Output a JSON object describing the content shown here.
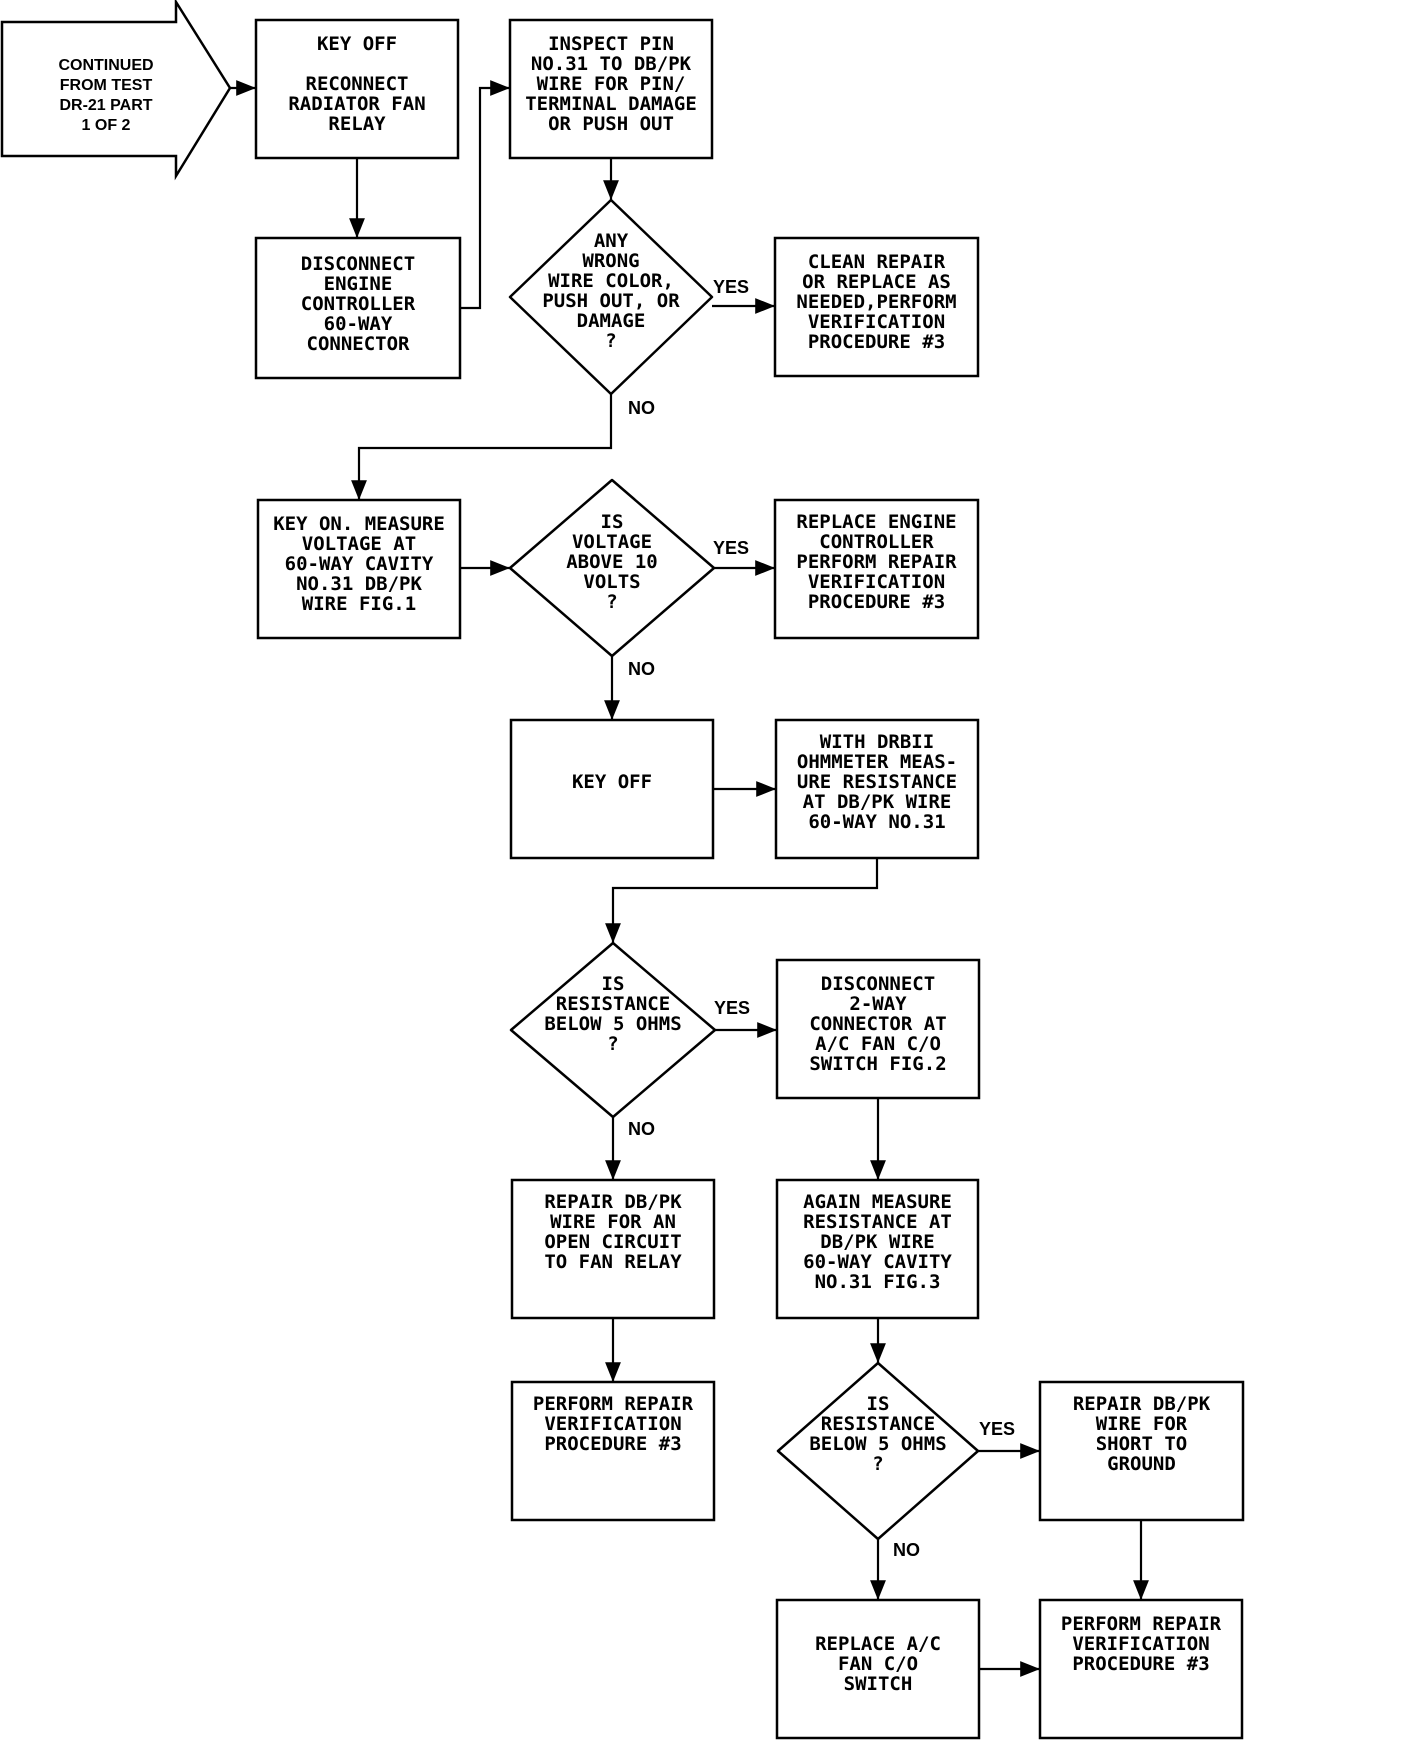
{
  "start": {
    "lines": [
      "CONTINUED",
      "FROM TEST",
      "DR-21 PART",
      "1 OF 2"
    ]
  },
  "nodes": {
    "key_off_1": {
      "lines": [
        "KEY OFF",
        "",
        "RECONNECT",
        "RADIATOR FAN",
        "RELAY"
      ]
    },
    "disconnect_ec": {
      "lines": [
        "DISCONNECT",
        "ENGINE",
        "CONTROLLER",
        "60-WAY",
        "CONNECTOR"
      ]
    },
    "inspect_pin": {
      "lines": [
        "INSPECT PIN",
        "NO.31 TO DB/PK",
        "WIRE FOR PIN/",
        "TERMINAL DAMAGE",
        "OR PUSH OUT"
      ]
    },
    "q_wrong_wire": {
      "lines": [
        "ANY",
        "WRONG",
        "WIRE COLOR,",
        "PUSH OUT, OR",
        "DAMAGE",
        "?"
      ]
    },
    "clean_repair": {
      "lines": [
        "CLEAN REPAIR",
        "OR REPLACE AS",
        "NEEDED,PERFORM",
        "VERIFICATION",
        "PROCEDURE #3"
      ]
    },
    "key_on_measure": {
      "lines": [
        "KEY ON. MEASURE",
        "VOLTAGE AT",
        "60-WAY CAVITY",
        "NO.31 DB/PK",
        "WIRE FIG.1"
      ]
    },
    "q_voltage": {
      "lines": [
        "IS",
        "VOLTAGE",
        "ABOVE 10",
        "VOLTS",
        "?"
      ]
    },
    "replace_ec": {
      "lines": [
        "REPLACE ENGINE",
        "CONTROLLER",
        "PERFORM REPAIR",
        "VERIFICATION",
        "PROCEDURE #3"
      ]
    },
    "key_off_2": {
      "lines": [
        "KEY OFF"
      ]
    },
    "drbii_measure": {
      "lines": [
        "WITH DRBII",
        "OHMMETER MEAS-",
        "URE RESISTANCE",
        "AT DB/PK WIRE",
        "60-WAY NO.31"
      ]
    },
    "q_resistance_1": {
      "lines": [
        "IS",
        "RESISTANCE",
        "BELOW 5 OHMS",
        "?"
      ]
    },
    "disconnect_2way": {
      "lines": [
        "DISCONNECT",
        "2-WAY",
        "CONNECTOR AT",
        "A/C FAN C/O",
        "SWITCH FIG.2"
      ]
    },
    "repair_open": {
      "lines": [
        "REPAIR DB/PK",
        "WIRE FOR AN",
        "OPEN CIRCUIT",
        "TO FAN RELAY"
      ]
    },
    "again_measure": {
      "lines": [
        "AGAIN MEASURE",
        "RESISTANCE AT",
        "DB/PK WIRE",
        "60-WAY CAVITY",
        "NO.31 FIG.3"
      ]
    },
    "perform_1": {
      "lines": [
        "PERFORM REPAIR",
        "VERIFICATION",
        "PROCEDURE #3"
      ]
    },
    "q_resistance_2": {
      "lines": [
        "IS",
        "RESISTANCE",
        "BELOW 5 OHMS",
        "?"
      ]
    },
    "repair_short": {
      "lines": [
        "REPAIR DB/PK",
        "WIRE FOR",
        "SHORT TO",
        "GROUND"
      ]
    },
    "replace_switch": {
      "lines": [
        "REPLACE A/C",
        "FAN C/O",
        "SWITCH"
      ]
    },
    "perform_2": {
      "lines": [
        "PERFORM REPAIR",
        "VERIFICATION",
        "PROCEDURE #3"
      ]
    }
  },
  "edge_labels": {
    "yes": "YES",
    "no": "NO"
  }
}
